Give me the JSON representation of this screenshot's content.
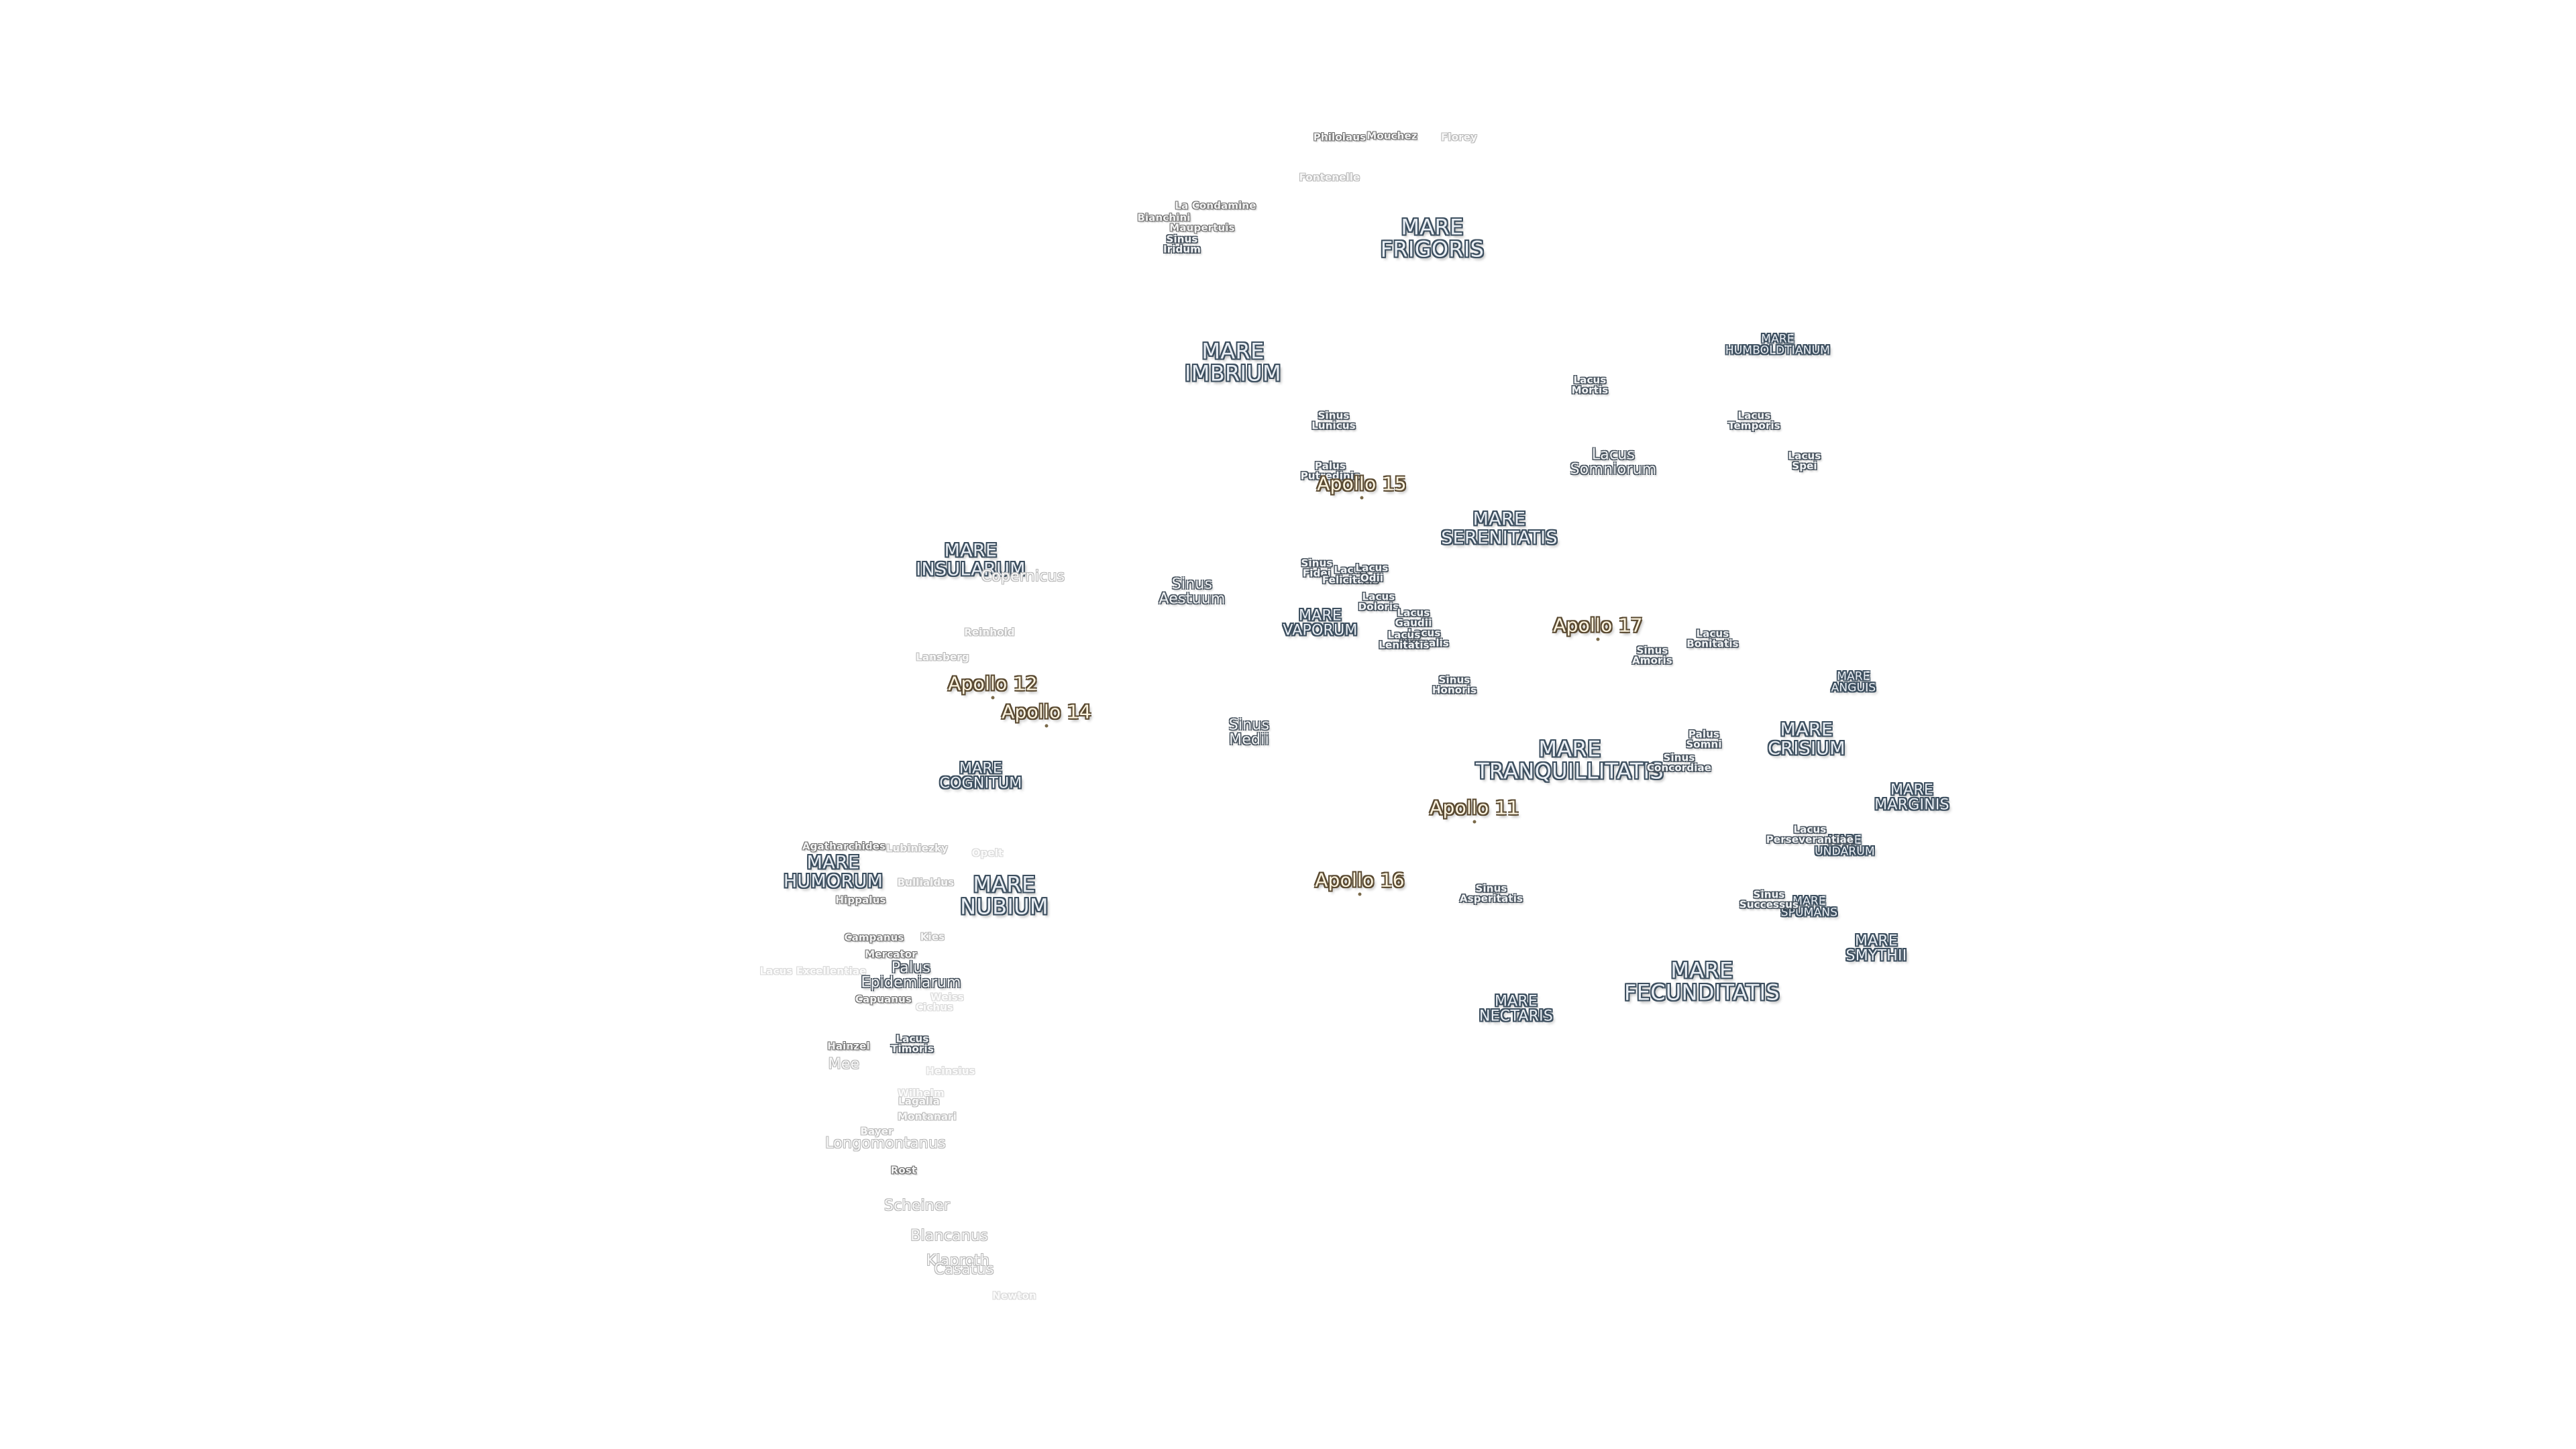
{
  "maria": [
    {
      "id": "mare-frigoris",
      "lines": [
        "MARE",
        "FRIGORIS"
      ],
      "size": "xl"
    },
    {
      "id": "mare-imbrium",
      "lines": [
        "MARE",
        "IMBRIUM"
      ],
      "size": "xl"
    },
    {
      "id": "mare-humboldtianum",
      "lines": [
        "MARE",
        "HUMBOLDTIANUM"
      ],
      "size": "s"
    },
    {
      "id": "mare-serenitatis",
      "lines": [
        "MARE",
        "SERENITATIS"
      ],
      "size": "l"
    },
    {
      "id": "mare-insularum",
      "lines": [
        "MARE",
        "INSULARUM"
      ],
      "size": "l"
    },
    {
      "id": "mare-vaporum",
      "lines": [
        "MARE",
        "VAPORUM"
      ],
      "size": "m"
    },
    {
      "id": "mare-anguis",
      "lines": [
        "MARE",
        "ANGUIS"
      ],
      "size": "s"
    },
    {
      "id": "mare-crisium",
      "lines": [
        "MARE",
        "CRISIUM"
      ],
      "size": "l"
    },
    {
      "id": "mare-tranquillitatis",
      "lines": [
        "MARE",
        "TRANQUILLITATIS"
      ],
      "size": "xl"
    },
    {
      "id": "mare-cognitum",
      "lines": [
        "MARE",
        "COGNITUM"
      ],
      "size": "m"
    },
    {
      "id": "mare-marginis",
      "lines": [
        "MARE",
        "MARGINIS"
      ],
      "size": "m"
    },
    {
      "id": "mare-undarum",
      "lines": [
        "MARE",
        "UNDARUM"
      ],
      "size": "s"
    },
    {
      "id": "mare-humorum",
      "lines": [
        "MARE",
        "HUMORUM"
      ],
      "size": "l"
    },
    {
      "id": "mare-nubium",
      "lines": [
        "MARE",
        "NUBIUM"
      ],
      "size": "xl"
    },
    {
      "id": "mare-spumans",
      "lines": [
        "MARE",
        "SPUMANS"
      ],
      "size": "s"
    },
    {
      "id": "mare-smythii",
      "lines": [
        "MARE",
        "SMYTHII"
      ],
      "size": "m"
    },
    {
      "id": "mare-fecunditatis",
      "lines": [
        "MARE",
        "FECUNDITATIS"
      ],
      "size": "xl"
    },
    {
      "id": "mare-nectaris",
      "lines": [
        "MARE",
        "NECTARIS"
      ],
      "size": "m"
    }
  ],
  "minor_features": [
    {
      "id": "sinus-iridum",
      "lines": [
        "Sinus",
        "Iridum"
      ]
    },
    {
      "id": "lacus-mortis",
      "lines": [
        "Lacus",
        "Mortis"
      ]
    },
    {
      "id": "sinus-lunicus",
      "lines": [
        "Sinus",
        "Lunicus"
      ]
    },
    {
      "id": "lacus-temporis",
      "lines": [
        "Lacus",
        "Temporis"
      ]
    },
    {
      "id": "lacus-somniorum",
      "lines": [
        "Lacus",
        "Somniorum"
      ],
      "big": true
    },
    {
      "id": "lacus-spei",
      "lines": [
        "Lacus",
        "Spei"
      ]
    },
    {
      "id": "palus-putredinis",
      "lines": [
        "Palus",
        "Putredinis"
      ]
    },
    {
      "id": "sinus-aestuum",
      "lines": [
        "Sinus",
        "Aestuum"
      ],
      "big": true
    },
    {
      "id": "sinus-fidei",
      "lines": [
        "Sinus",
        "Fidei"
      ]
    },
    {
      "id": "lacus-felicitatis",
      "lines": [
        "Lacus",
        "Felicitatis"
      ]
    },
    {
      "id": "lacus-odii",
      "lines": [
        "Lacus",
        "Odii"
      ]
    },
    {
      "id": "lacus-doloris",
      "lines": [
        "Lacus",
        "Doloris"
      ]
    },
    {
      "id": "lacus-gaudii",
      "lines": [
        "Lacus",
        "Gaudii"
      ]
    },
    {
      "id": "lacus-hiemalis",
      "lines": [
        "Lacus",
        "Hiemalis"
      ]
    },
    {
      "id": "lacus-lenitatis",
      "lines": [
        "Lacus",
        "Lenitatis"
      ]
    },
    {
      "id": "sinus-amoris",
      "lines": [
        "Sinus",
        "Amoris"
      ]
    },
    {
      "id": "lacus-bonitatis",
      "lines": [
        "Lacus",
        "Bonitatis"
      ]
    },
    {
      "id": "sinus-honoris",
      "lines": [
        "Sinus",
        "Honoris"
      ]
    },
    {
      "id": "sinus-medii",
      "lines": [
        "Sinus",
        "Medii"
      ],
      "big": true
    },
    {
      "id": "palus-somni",
      "lines": [
        "Palus",
        "Somni"
      ]
    },
    {
      "id": "sinus-concordiae",
      "lines": [
        "Sinus",
        "Concordiae"
      ]
    },
    {
      "id": "lacus-perseverantiae",
      "lines": [
        "Lacus",
        "Perseverantiae"
      ]
    },
    {
      "id": "sinus-asperitatis",
      "lines": [
        "Sinus",
        "Asperitatis"
      ]
    },
    {
      "id": "sinus-successus",
      "lines": [
        "Sinus",
        "Successus"
      ]
    },
    {
      "id": "palus-epidemiarum",
      "lines": [
        "Palus",
        "Epidemiarum"
      ]
    },
    {
      "id": "lacus-timoris",
      "lines": [
        "Lacus",
        "Timoris"
      ]
    }
  ],
  "craters": [
    {
      "id": "philolaus",
      "text": "Philolaus",
      "tone": "dark"
    },
    {
      "id": "mouchez",
      "text": "Mouchez",
      "tone": "dark"
    },
    {
      "id": "florey",
      "text": "Florey",
      "tone": "faint"
    },
    {
      "id": "fontenelle",
      "text": "Fontenelle",
      "tone": "faint"
    },
    {
      "id": "la-condamine",
      "text": "La Condamine",
      "tone": "dark"
    },
    {
      "id": "bianchini",
      "text": "Bianchini",
      "tone": "dark"
    },
    {
      "id": "maupertuis",
      "text": "Maupertuis",
      "tone": "dark"
    },
    {
      "id": "copernicus",
      "text": "Copernicus",
      "tone": "faint",
      "big": true
    },
    {
      "id": "reinhold",
      "text": "Reinhold",
      "tone": "faint"
    },
    {
      "id": "lansberg",
      "text": "Lansberg",
      "tone": "faint"
    },
    {
      "id": "agatharchides",
      "text": "Agatharchides",
      "tone": "dark"
    },
    {
      "id": "lubiniezky",
      "text": "Lubiniezky",
      "tone": "faint"
    },
    {
      "id": "opelt",
      "text": "Opelt",
      "tone": "vfaint"
    },
    {
      "id": "bullialdus",
      "text": "Bullialdus",
      "tone": "faint"
    },
    {
      "id": "hippalus",
      "text": "Hippalus",
      "tone": "dark"
    },
    {
      "id": "campanus",
      "text": "Campanus",
      "tone": "dark"
    },
    {
      "id": "kies",
      "text": "Kies",
      "tone": "faint"
    },
    {
      "id": "mercator",
      "text": "Mercator",
      "tone": "dark"
    },
    {
      "id": "lacus-excellentiae",
      "text": "Lacus Excellentiae",
      "tone": "vfaint"
    },
    {
      "id": "capuanus",
      "text": "Capuanus",
      "tone": "dark"
    },
    {
      "id": "weiss",
      "text": "Weiss",
      "tone": "vfaint"
    },
    {
      "id": "cichus",
      "text": "Cichus",
      "tone": "vfaint"
    },
    {
      "id": "hainzel",
      "text": "Hainzel",
      "tone": "dark"
    },
    {
      "id": "mee",
      "text": "Mee",
      "tone": "faint",
      "big": true
    },
    {
      "id": "heinsius",
      "text": "Heinsius",
      "tone": "vfaint"
    },
    {
      "id": "wilhelm",
      "text": "Wilhelm",
      "tone": "vfaint"
    },
    {
      "id": "lagalla",
      "text": "Lagalla",
      "tone": "faint"
    },
    {
      "id": "montanari",
      "text": "Montanari",
      "tone": "faint"
    },
    {
      "id": "bayer",
      "text": "Bayer",
      "tone": "faint"
    },
    {
      "id": "longomontanus",
      "text": "Longomontanus",
      "tone": "faint",
      "big": true
    },
    {
      "id": "rost",
      "text": "Rost",
      "tone": "dark"
    },
    {
      "id": "scheiner",
      "text": "Scheiner",
      "tone": "faint",
      "big": true
    },
    {
      "id": "blancanus",
      "text": "Blancanus",
      "tone": "faint",
      "big": true
    },
    {
      "id": "klaproth",
      "text": "Klaproth",
      "tone": "faint",
      "big": true
    },
    {
      "id": "casatus",
      "text": "Casatus",
      "tone": "faint",
      "big": true
    },
    {
      "id": "newton",
      "text": "Newton",
      "tone": "vfaint"
    }
  ],
  "apollo_sites": [
    {
      "id": "apollo-15",
      "text": "Apollo 15"
    },
    {
      "id": "apollo-17",
      "text": "Apollo 17"
    },
    {
      "id": "apollo-12",
      "text": "Apollo 12"
    },
    {
      "id": "apollo-14",
      "text": "Apollo 14"
    },
    {
      "id": "apollo-11",
      "text": "Apollo 11"
    },
    {
      "id": "apollo-16",
      "text": "Apollo 16"
    }
  ]
}
